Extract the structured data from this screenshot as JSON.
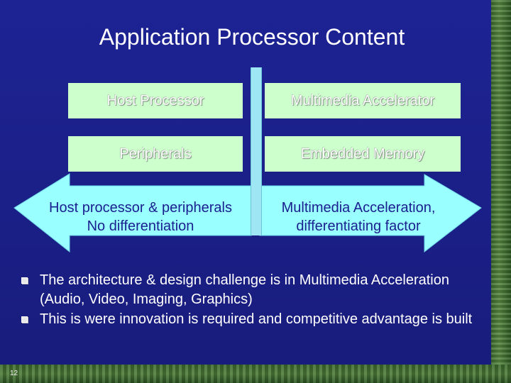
{
  "slide": {
    "title": "Application Processor Content",
    "slide_number": "12"
  },
  "boxes": {
    "host_processor": "Host Processor",
    "multimedia_accelerator": "Multimedia Accelerator",
    "peripherals": "Peripherals",
    "embedded_memory": "Embedded Memory"
  },
  "arrows": {
    "left": {
      "line1": "Host processor & peripherals",
      "line2": "No differentiation"
    },
    "right": {
      "line1": "Multimedia Acceleration,",
      "line2": "differentiating factor"
    }
  },
  "bullets": [
    "The architecture & design challenge is in Multimedia Acceleration (Audio, Video, Imaging, Graphics)",
    "This is were innovation is required and competitive advantage is built"
  ],
  "colors": {
    "background": "#1b1f8a",
    "box_fill": "#ccffcc",
    "arrow_fill": "#99ffff",
    "arrow_text": "#1b2090"
  }
}
